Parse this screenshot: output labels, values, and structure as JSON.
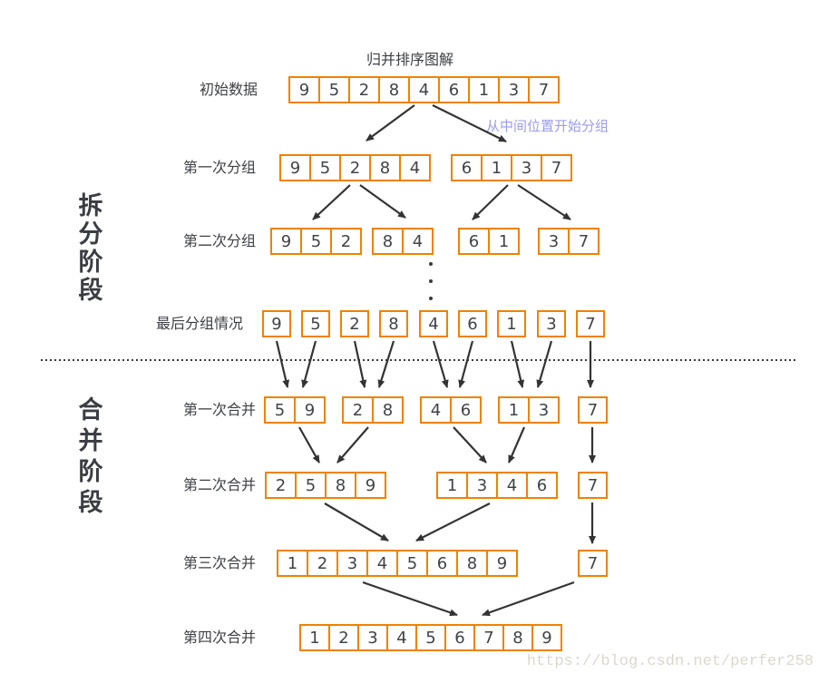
{
  "title": "归并排序图解",
  "annotation": {
    "text": "从中间位置开始分组",
    "color": "#9b9bf0"
  },
  "phases": {
    "split": "拆分阶段",
    "merge": "合并阶段"
  },
  "rows": [
    {
      "id": "initial",
      "label": "初始数据",
      "groups": [
        [
          9,
          5,
          2,
          8,
          4,
          6,
          1,
          3,
          7
        ]
      ]
    },
    {
      "id": "split1",
      "label": "第一次分组",
      "groups": [
        [
          9,
          5,
          2,
          8,
          4
        ],
        [
          6,
          1,
          3,
          7
        ]
      ]
    },
    {
      "id": "split2",
      "label": "第二次分组",
      "groups": [
        [
          9,
          5,
          2
        ],
        [
          8,
          4
        ],
        [
          6,
          1
        ],
        [
          3,
          7
        ]
      ]
    },
    {
      "id": "final",
      "label": "最后分组情况",
      "groups": [
        [
          9
        ],
        [
          5
        ],
        [
          2
        ],
        [
          8
        ],
        [
          4
        ],
        [
          6
        ],
        [
          1
        ],
        [
          3
        ],
        [
          7
        ]
      ]
    },
    {
      "id": "merge1",
      "label": "第一次合并",
      "groups": [
        [
          5,
          9
        ],
        [
          2,
          8
        ],
        [
          4,
          6
        ],
        [
          1,
          3
        ],
        [
          7
        ]
      ]
    },
    {
      "id": "merge2",
      "label": "第二次合并",
      "groups": [
        [
          2,
          5,
          8,
          9
        ],
        [
          1,
          3,
          4,
          6
        ],
        [
          7
        ]
      ]
    },
    {
      "id": "merge3",
      "label": "第三次合并",
      "groups": [
        [
          1,
          2,
          3,
          4,
          5,
          6,
          8,
          9
        ],
        [
          7
        ]
      ]
    },
    {
      "id": "merge4",
      "label": "第四次合并",
      "groups": [
        [
          1,
          2,
          3,
          4,
          5,
          6,
          7,
          8,
          9
        ]
      ]
    }
  ],
  "watermark": "https://blog.csdn.net/perfer258",
  "colors": {
    "box_border": "#ef8200",
    "digit": "#3f4347",
    "arrow": "#333333",
    "annotation": "#9b9bf0",
    "watermark": "#dbd8cd"
  }
}
